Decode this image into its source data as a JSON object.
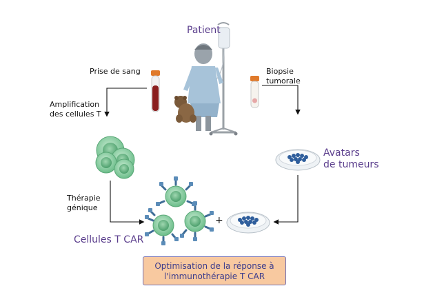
{
  "labels": {
    "patient": "Patient",
    "blood_draw": "Prise de sang",
    "biopsy_line1": "Biopsie",
    "biopsy_line2": "tumorale",
    "amplification_line1": "Amplification",
    "amplification_line2": "des cellules T",
    "gene_therapy_line1": "Thérapie",
    "gene_therapy_line2": "génique",
    "car_t_cells": "Cellules T CAR",
    "avatars_line1": "Avatars",
    "avatars_line2": "de tumeurs",
    "plus": "+"
  },
  "outcome": {
    "line1": "Optimisation de la réponse à",
    "line2": "l'immunothérapie T CAR"
  },
  "colors": {
    "label_purple": "#5a3d8c",
    "outcome_fill": "#f8c9a0",
    "outcome_border": "#6f6fb6",
    "cell_green": "#8fd1a6",
    "antibody_blue": "#3f6d96",
    "blood_red": "#8a1f1f"
  }
}
